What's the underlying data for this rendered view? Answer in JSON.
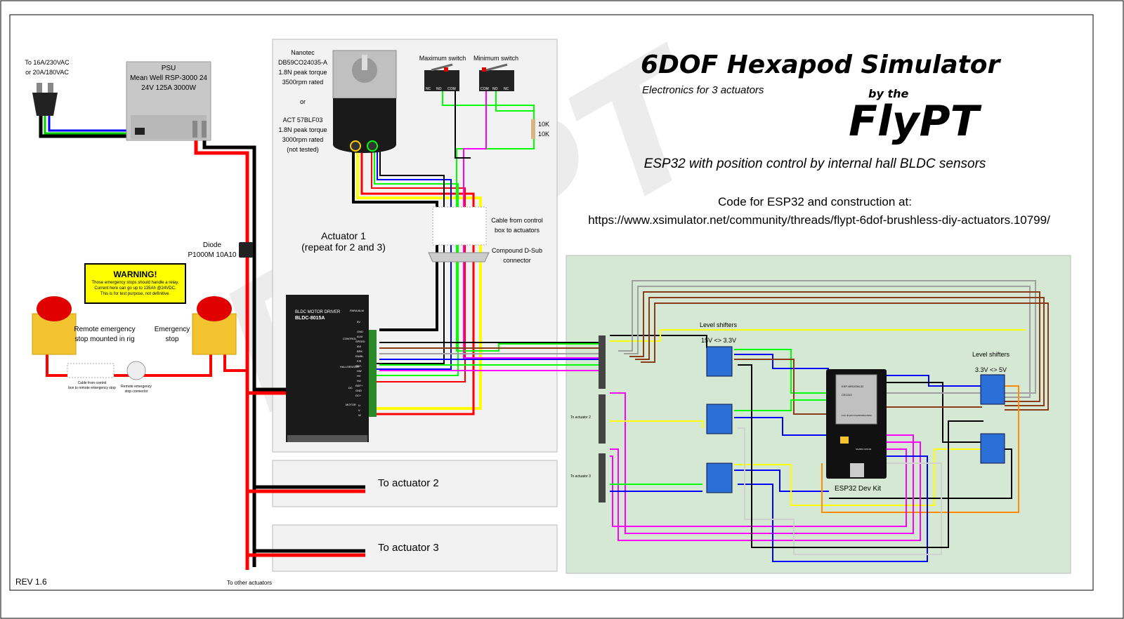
{
  "title": {
    "main": "6DOF Hexapod Simulator",
    "subtitle": "Electronics for 3 actuators",
    "by_the": "by the",
    "brand": "FlyPT",
    "description": "ESP32 with position control by internal hall BLDC sensors",
    "code_label": "Code for ESP32 and construction at:",
    "url": "https://www.xsimulator.net/community/threads/flypt-6dof-brushless-diy-actuators.10799/"
  },
  "power": {
    "mains_line1": "To 16A/230VAC",
    "mains_line2": "or 20A/180VAC",
    "psu_line1": "PSU",
    "psu_line2": "Mean Well RSP-3000 24",
    "psu_line3": "24V 125A 3000W",
    "diode_line1": "Diode",
    "diode_line2": "P1000M 10A10",
    "to_other": "To other actuators"
  },
  "warning": {
    "title": "WARNING!",
    "line1": "Those emergency stops should handle a relay.",
    "line2": "Current here can go up to 135Ah @24VDC.",
    "line3": "This is for test purpose, not definitive."
  },
  "estops": {
    "remote_line1": "Remote emergency",
    "remote_line2": "stop mounted in rig",
    "local_line1": "Emergency",
    "local_line2": "stop",
    "cable_line1": "Cable from control",
    "cable_line2": "box to remote emergency stop",
    "connector_line1": "Remote emergency",
    "connector_line2": "stop connector"
  },
  "motor": {
    "line1": "Nanotec",
    "line2": "DB59CO24035-A",
    "line3": "1.8N peak torque",
    "line4": "3500rpm rated",
    "line5": "or",
    "line6": "ACT 57BLF03",
    "line7": "1.8N peak torque",
    "line8": "3000rpm rated",
    "line9": "(not tested)"
  },
  "switches": {
    "max_label": "Maximum switch",
    "min_label": "Minimum switch",
    "max_pins": [
      "NC",
      "NO",
      "COM"
    ],
    "min_pins": [
      "COM",
      "NO",
      "NC"
    ],
    "res1": "10K",
    "res2": "10K"
  },
  "actuator": {
    "line1": "Actuator 1",
    "line2": "(repeat for 2 and 3)",
    "cable_line1": "Cable from control",
    "cable_line2": "box to actuators",
    "dsub_line1": "Compound D-Sub",
    "dsub_line2": "connector",
    "to2": "To actuator 2",
    "to3": "To actuator 3"
  },
  "driver": {
    "line1": "BLDC MOTOR DRIVER",
    "line2": "BLDC-8015A",
    "param": "PARA/ALM",
    "control": "CONTROL",
    "hall": "HALLSENSOR",
    "dc": "DC",
    "motor": "MOTOR",
    "pins": [
      "5V",
      "GND",
      "ALM",
      "SPEED",
      "AVI",
      "BRK",
      "EN/BL",
      "F/R",
      "REF-",
      "HW",
      "HV",
      "HU",
      "REF+",
      "GND",
      "DC+",
      "U",
      "V",
      "W"
    ]
  },
  "controller": {
    "ls1_line1": "Level shifters",
    "ls1_line2": "15V <> 3.3V",
    "ls2_line1": "Level shifters",
    "ls2_line2": "3.3V <> 5V",
    "esp_label": "ESP32 Dev Kit",
    "esp_chip1": "ESP-WROOM-32",
    "esp_chip2": "CE1313",
    "esp_chip3": "FCC ID:2AC7Z-ESPWROOM32",
    "esp_usb": "SILABS CP2102",
    "to_act2": "To actuator 2",
    "to_act3": "To actuator 3"
  },
  "revision": "REV 1.6",
  "watermark": "FlyPT",
  "colors": {
    "panel_grey": "#f2f2f2",
    "panel_green": "#d5e8d4",
    "wire_red": "#ff0000",
    "wire_black": "#000000",
    "wire_yellow": "#ffff00",
    "wire_green": "#00ff00",
    "wire_blue": "#0000ff",
    "wire_magenta": "#ff00ff",
    "wire_brown": "#8b3a1a",
    "wire_grey": "#a0a0a0",
    "wire_orange": "#ff8c00",
    "warning_yellow": "#ffff00",
    "button_red": "#e00000",
    "module_blue": "#2a6fd6"
  }
}
